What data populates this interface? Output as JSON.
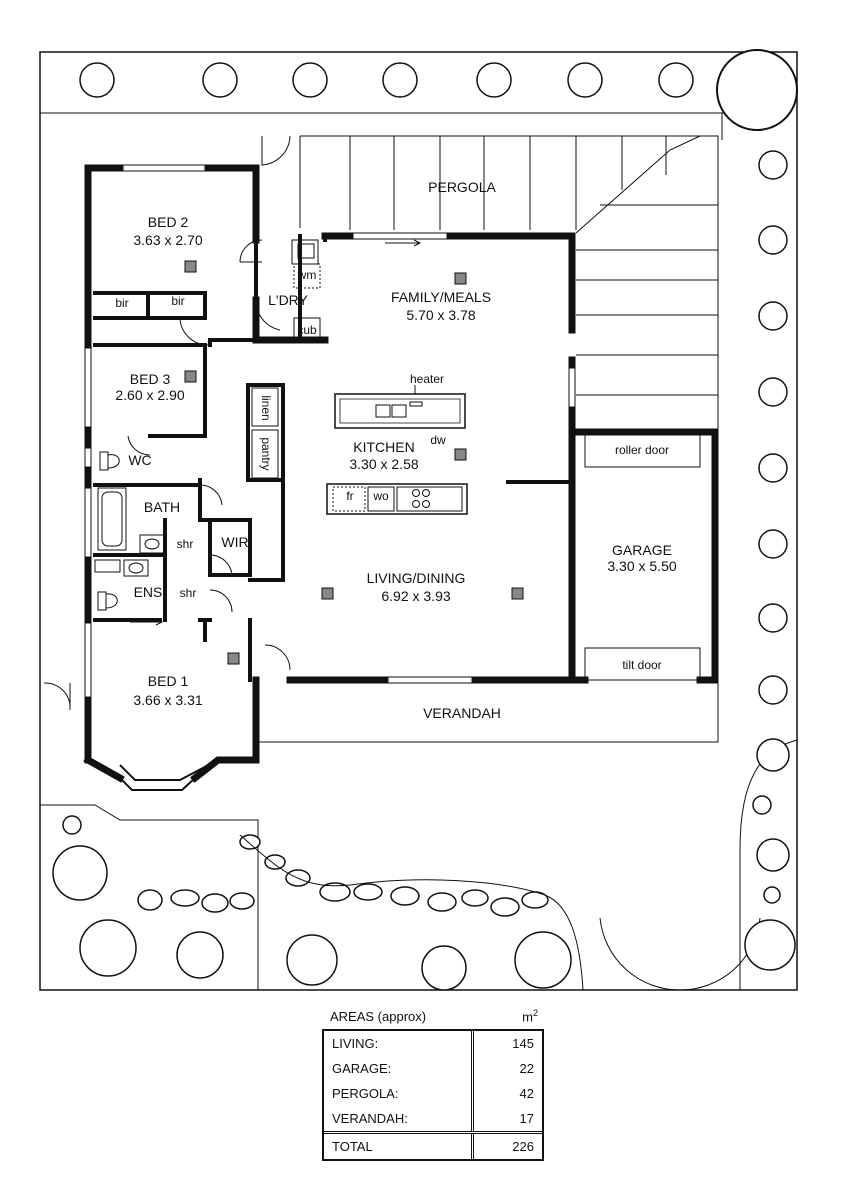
{
  "rooms": {
    "pergola": {
      "name": "PERGOLA"
    },
    "bed2": {
      "name": "BED 2",
      "dims": "3.63 x 2.70"
    },
    "bed3": {
      "name": "BED 3",
      "dims": "2.60 x 2.90"
    },
    "bed1": {
      "name": "BED 1",
      "dims": "3.66 x 3.31"
    },
    "family": {
      "name": "FAMILY/MEALS",
      "dims": "5.70 x 3.78"
    },
    "kitchen": {
      "name": "KITCHEN",
      "dims": "3.30 x 2.58"
    },
    "living": {
      "name": "LIVING/DINING",
      "dims": "6.92 x 3.93"
    },
    "garage": {
      "name": "GARAGE",
      "dims": "3.30 x 5.50"
    },
    "verandah": {
      "name": "VERANDAH"
    },
    "laundry": {
      "name": "L'DRY"
    },
    "wc": {
      "name": "WC"
    },
    "bath": {
      "name": "BATH"
    },
    "ens": {
      "name": "ENS"
    },
    "wir": {
      "name": "WIR"
    }
  },
  "fixtures": {
    "bir1": "bir",
    "bir2": "bir",
    "wm": "wm",
    "cub": "cub",
    "linen": "linen",
    "pantry": "pantry",
    "heater": "heater",
    "dw": "dw",
    "fr": "fr",
    "wo": "wo",
    "shr1": "shr",
    "shr2": "shr",
    "roller_door": "roller door",
    "tilt_door": "tilt door"
  },
  "areas": {
    "title": "AREAS (approx)",
    "unit": "m",
    "unit_sup": "2",
    "rows": [
      {
        "label": "LIVING:",
        "value": "145"
      },
      {
        "label": "GARAGE:",
        "value": "22"
      },
      {
        "label": "PERGOLA:",
        "value": "42"
      },
      {
        "label": "VERANDAH:",
        "value": "17"
      }
    ],
    "total": {
      "label": "TOTAL",
      "value": "226"
    }
  }
}
